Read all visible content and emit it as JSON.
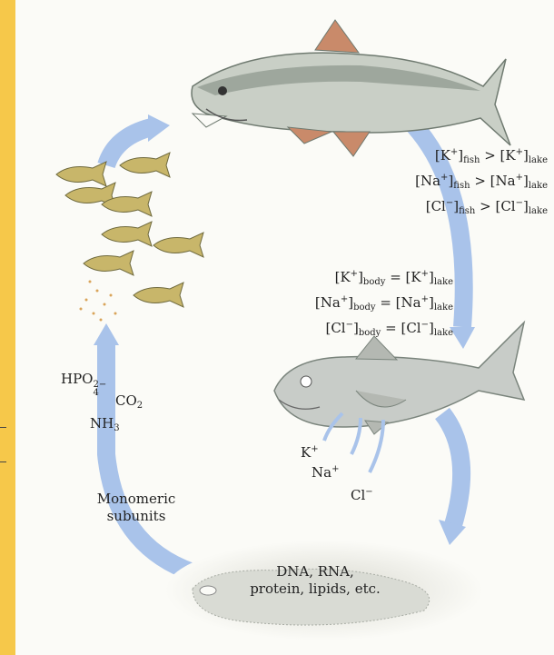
{
  "cycle": {
    "fish_ion_relations": [
      {
        "ion": "K",
        "charge": "+",
        "left_sub": "fish",
        "op": ">",
        "right_sub": "lake"
      },
      {
        "ion": "Na",
        "charge": "+",
        "left_sub": "fish",
        "op": ">",
        "right_sub": "lake"
      },
      {
        "ion": "Cl",
        "charge": "−",
        "left_sub": "fish",
        "op": ">",
        "right_sub": "lake"
      }
    ],
    "body_ion_relations": [
      {
        "ion": "K",
        "charge": "+",
        "left_sub": "body",
        "op": "=",
        "right_sub": "lake"
      },
      {
        "ion": "Na",
        "charge": "+",
        "left_sub": "body",
        "op": "=",
        "right_sub": "lake"
      },
      {
        "ion": "Cl",
        "charge": "−",
        "left_sub": "body",
        "op": "=",
        "right_sub": "lake"
      }
    ],
    "released_ions": {
      "k": {
        "symbol": "K",
        "charge": "+"
      },
      "na": {
        "symbol": "Na",
        "charge": "+"
      },
      "cl": {
        "symbol": "Cl",
        "charge": "−"
      }
    },
    "decomposition_box": {
      "line1": "DNA, RNA,",
      "line2": "protein, lipids, etc."
    },
    "monomers": {
      "line1": "Monomeric",
      "line2": "subunits"
    },
    "nutrients": {
      "phosphate": {
        "base": "HPO",
        "sup": "2−",
        "sub": "4"
      },
      "co2": {
        "base": "CO",
        "sub": "2"
      },
      "nh3": {
        "base": "NH",
        "sub": "3"
      }
    }
  },
  "colors": {
    "arrow": "#a9c3ea",
    "frame": "#f6c84a",
    "fish_body": "#c9cfc6",
    "fish_dark": "#7d8a80",
    "fin": "#c98a6a"
  }
}
